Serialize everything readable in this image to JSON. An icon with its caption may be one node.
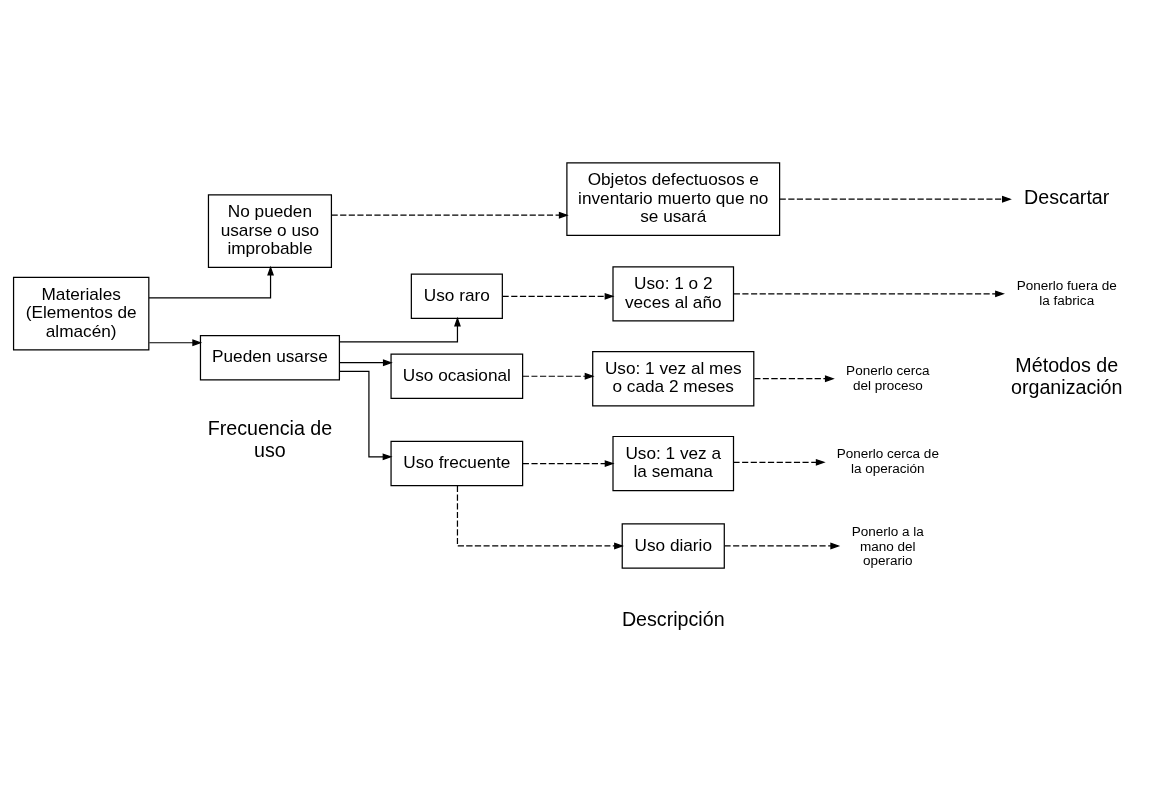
{
  "diagram": {
    "nodes": [
      {
        "text": [
          "Materiales (Elementos de almacén)"
        ]
      },
      {
        "text": [
          "No pueden usarse o uso improbable"
        ]
      },
      {
        "text": [
          "Objetos defectuosos e inventario muerto que no se usará"
        ]
      },
      {
        "text": [
          "Descartar"
        ]
      },
      {
        "text": [
          "Pueden usarse"
        ]
      },
      {
        "text": [
          "Uso raro"
        ]
      },
      {
        "text": [
          "Uso: 1 o 2 veces al año"
        ]
      },
      {
        "text": [
          "Ponerlo fuera de la fabrica"
        ]
      },
      {
        "text": [
          "Uso ocasional"
        ]
      },
      {
        "text": [
          "Uso: 1 vez al mes o cada 2 meses"
        ]
      },
      {
        "text": [
          "Ponerlo cerca del proceso"
        ]
      },
      {
        "text": [
          "Uso frecuente"
        ]
      },
      {
        "text": [
          "Uso: 1 vez a la semana"
        ]
      },
      {
        "text": [
          "Ponerlo cerca de la operación"
        ]
      },
      {
        "text": [
          "Uso diario"
        ]
      },
      {
        "text": [
          "Ponerlo a la mano del operario"
        ]
      }
    ],
    "edges": [
      {
        "from": 0,
        "to": 1,
        "arrow": "to"
      },
      {
        "from": 0,
        "to": 4,
        "arrow": "to"
      },
      {
        "from": 1,
        "to": 2,
        "arrow": "to",
        "style": "dashed"
      },
      {
        "from": 2,
        "to": 3,
        "arrow": "to",
        "style": "dashed"
      },
      {
        "from": 4,
        "to": 5,
        "arrow": "to"
      },
      {
        "from": 4,
        "to": 8,
        "arrow": "to"
      },
      {
        "from": 4,
        "to": 11,
        "arrow": "to"
      },
      {
        "from": 5,
        "to": 6,
        "arrow": "to",
        "style": "dashed"
      },
      {
        "from": 6,
        "to": 7,
        "arrow": "to",
        "style": "dashed"
      },
      {
        "from": 8,
        "to": 9,
        "arrow": "to",
        "style": "dashed"
      },
      {
        "from": 9,
        "to": 10,
        "arrow": "to",
        "style": "dashed"
      },
      {
        "from": 11,
        "to": 12,
        "arrow": "to",
        "style": "dashed"
      },
      {
        "from": 11,
        "to": 14,
        "arrow": "to",
        "style": "dashed"
      },
      {
        "from": 12,
        "to": 13,
        "arrow": "to",
        "style": "dashed"
      },
      {
        "from": 14,
        "to": 15,
        "arrow": "to",
        "style": "dashed"
      }
    ],
    "labels": [
      "Frecuencia de uso",
      "Descripción",
      "Métodos de organización"
    ]
  }
}
